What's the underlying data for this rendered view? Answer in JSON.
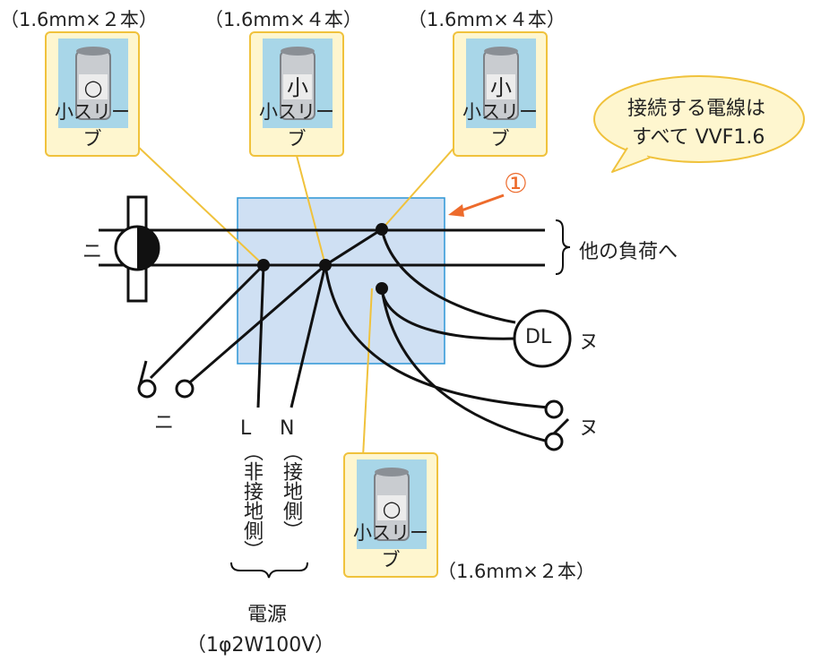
{
  "colors": {
    "junction_fill": "#cfe0f3",
    "junction_border": "#2d95d6",
    "callout_border": "#f0c23c",
    "callout_fill": "#fef6cf",
    "photo_bg": "#a8d6e8",
    "marker_orange": "#ed6b2c",
    "wire": "#111111"
  },
  "sleeves": [
    {
      "count": "（1.6mm×２本）",
      "mark": "○",
      "label": "小スリーブ"
    },
    {
      "count": "（1.6mm×４本）",
      "mark": "小",
      "label": "小スリーブ"
    },
    {
      "count": "（1.6mm×４本）",
      "mark": "小",
      "label": "小スリーブ"
    },
    {
      "count": "（1.6mm×２本）",
      "mark": "○",
      "label": "小スリーブ"
    }
  ],
  "note": {
    "line1": "接続する電線は",
    "line2": "すべて VVF1.6"
  },
  "marker_number": "①",
  "other_loads": "他の負荷へ",
  "dl_label": "DL",
  "labels": {
    "ni_left": "ニ",
    "ni_bottom": "ニ",
    "nu_dl": "ヌ",
    "nu_switch": "ヌ"
  },
  "power": {
    "L": "L",
    "L_side": "（非接地側）",
    "N": "N",
    "N_side": "（接地側）",
    "title": "電源",
    "spec": "（1φ2W100V）"
  }
}
